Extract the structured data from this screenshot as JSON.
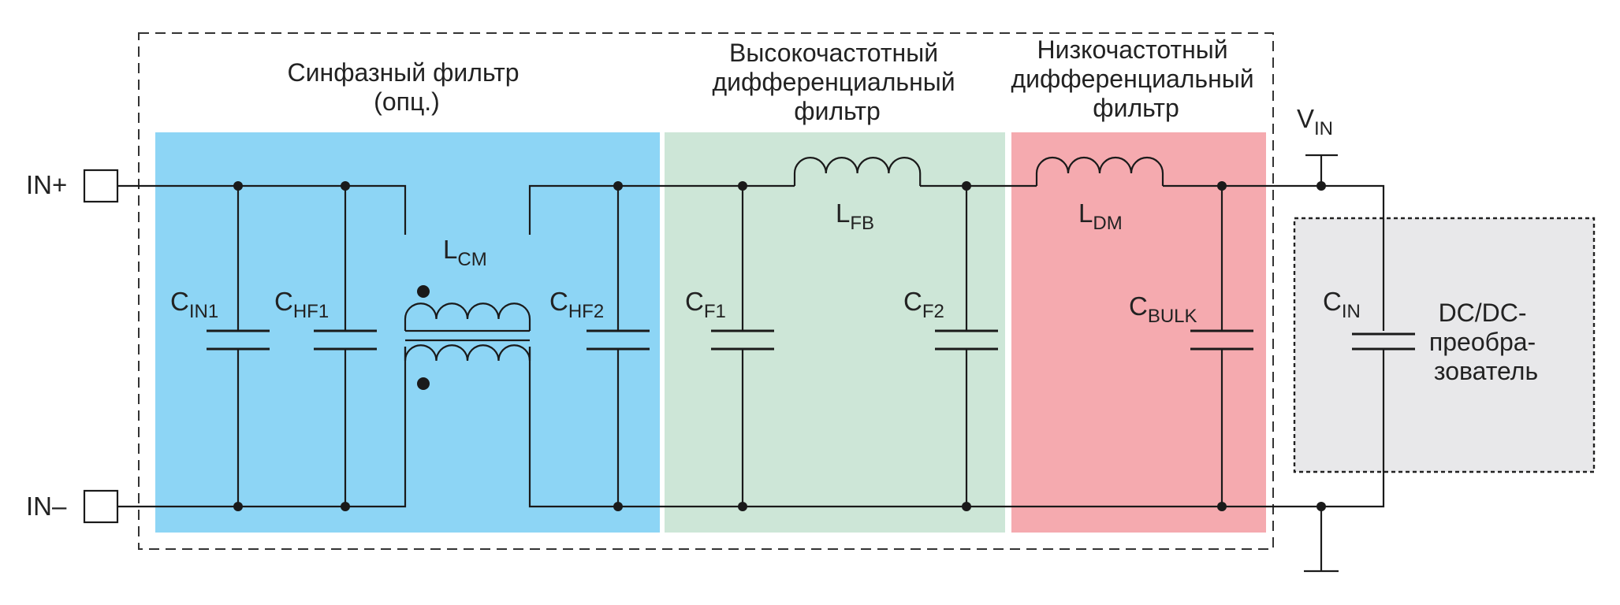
{
  "colors": {
    "common_mode": "#8dd5f5",
    "hf_diff": "#cde6d7",
    "lf_diff": "#f5aaaf",
    "converter": "#e8e8ea",
    "wire": "#1a1a1a"
  },
  "sections": {
    "common_mode": {
      "title_lines": [
        "Синфазный фильтр",
        "(опц.)"
      ]
    },
    "hf_diff": {
      "title_lines": [
        "Высокочастотный",
        "дифференциальный",
        "фильтр"
      ]
    },
    "lf_diff": {
      "title_lines": [
        "Низкочастотный",
        "дифференциальный",
        "фильтр"
      ]
    }
  },
  "terminals": {
    "in_plus": "IN+",
    "in_minus": "IN–"
  },
  "components": {
    "c_in1": {
      "main": "C",
      "sub": "IN1"
    },
    "c_hf1": {
      "main": "C",
      "sub": "HF1"
    },
    "l_cm": {
      "main": "L",
      "sub": "CM"
    },
    "c_hf2": {
      "main": "C",
      "sub": "HF2"
    },
    "c_f1": {
      "main": "C",
      "sub": "F1"
    },
    "l_fb": {
      "main": "L",
      "sub": "FB"
    },
    "c_f2": {
      "main": "C",
      "sub": "F2"
    },
    "l_dm": {
      "main": "L",
      "sub": "DM"
    },
    "c_bulk": {
      "main": "C",
      "sub": "BULK"
    },
    "c_in": {
      "main": "C",
      "sub": "IN"
    },
    "v_in": {
      "main": "V",
      "sub": "IN"
    }
  },
  "converter": {
    "label_lines": [
      "DC/DC-",
      "преобра-",
      "зователь"
    ]
  }
}
